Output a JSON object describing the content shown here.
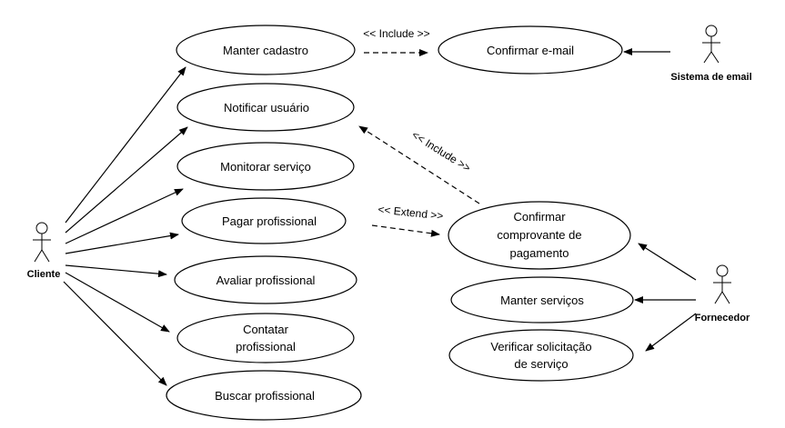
{
  "actors": {
    "cliente": "Cliente",
    "sistema_email": "Sistema de email",
    "fornecedor": "Fornecedor"
  },
  "use_cases": {
    "manter_cadastro": "Manter cadastro",
    "confirmar_email": "Confirmar e-mail",
    "notificar_usuario": "Notificar usuário",
    "monitorar_servico": "Monitorar serviço",
    "pagar_profissional": "Pagar profissional",
    "avaliar_profissional": "Avaliar profissional",
    "contatar_profissional": [
      "Contatar",
      "profissional"
    ],
    "buscar_profissional": "Buscar profissional",
    "confirmar_comprovante": [
      "Confirmar",
      "comprovante de",
      "pagamento"
    ],
    "manter_servicos": "Manter serviços",
    "verificar_solicitacao": [
      "Verificar solicitação",
      "de serviço"
    ]
  },
  "relations": {
    "include_email": "<< Include >>",
    "include_notificar": "<< Include >>",
    "extend_pagar": "<< Extend >>"
  }
}
